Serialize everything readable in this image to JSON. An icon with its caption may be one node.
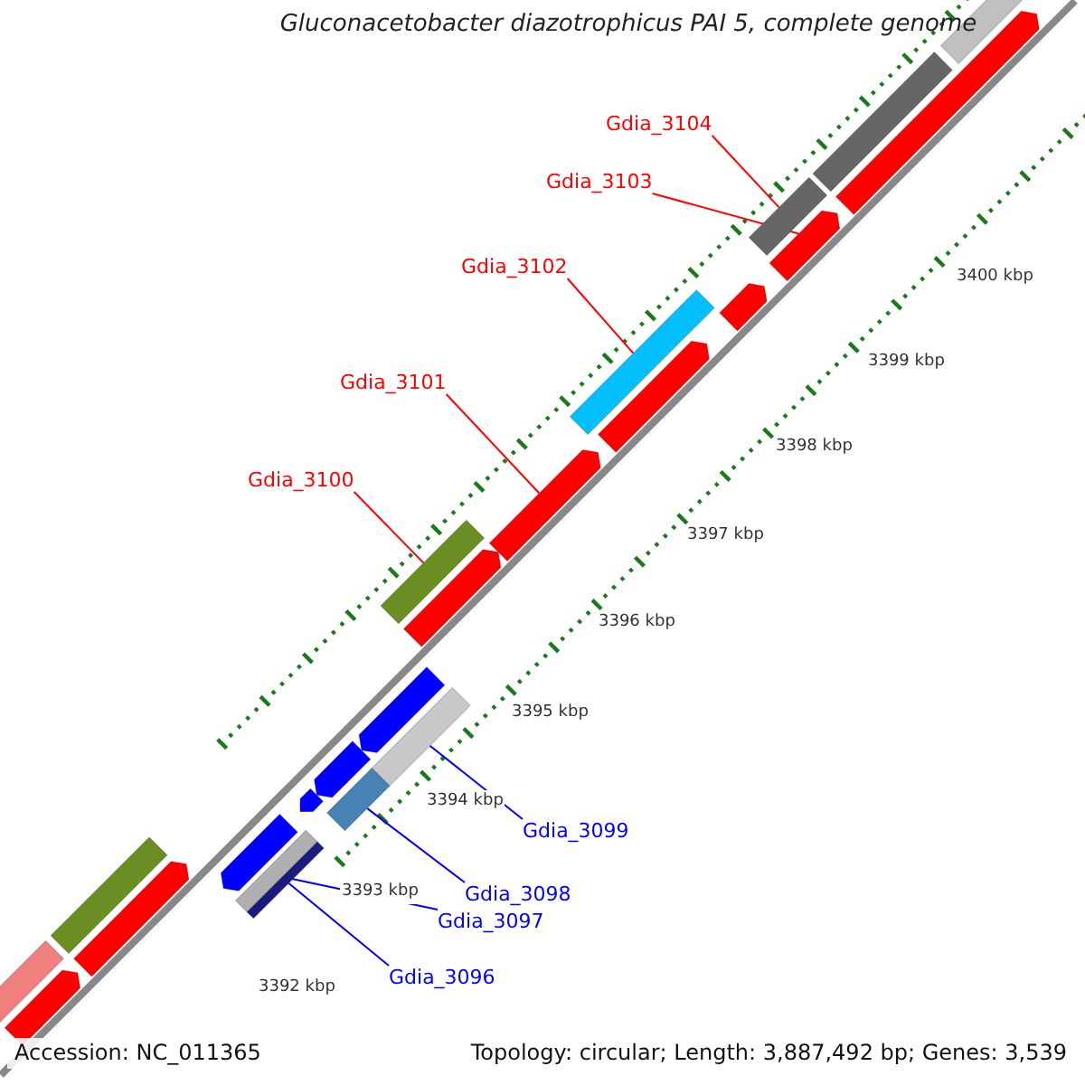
{
  "diagram": {
    "title": "Gluconacetobacter diazotrophicus PAI 5, complete genome",
    "nodes": [
      {
        "text": [
          "Gdia_3104"
        ]
      },
      {
        "text": [
          "Gdia_3103"
        ]
      },
      {
        "text": [
          "Gdia_3102"
        ]
      },
      {
        "text": [
          "Gdia_3101"
        ]
      },
      {
        "text": [
          "Gdia_3100"
        ]
      },
      {
        "text": [
          "Gdia_3099"
        ]
      },
      {
        "text": [
          "Gdia_3098"
        ]
      },
      {
        "text": [
          "Gdia_3097"
        ]
      },
      {
        "text": [
          "Gdia_3096"
        ]
      },
      {
        "text": [],
        "shape": "bar"
      },
      {
        "text": [],
        "shape": "bar"
      },
      {
        "text": [],
        "shape": "bar"
      },
      {
        "text": [],
        "shape": "bar"
      },
      {
        "text": [],
        "shape": "bar"
      },
      {
        "text": [],
        "shape": "bar"
      },
      {
        "text": [],
        "shape": "bar"
      },
      {
        "text": [],
        "shape": "bar"
      },
      {
        "text": [],
        "shape": "bar"
      },
      {
        "text": [],
        "shape": "bar"
      },
      {
        "text": [],
        "shape": "bar"
      },
      {
        "text": [],
        "shape": "bar"
      },
      {
        "text": [],
        "shape": "bar"
      },
      {
        "text": [],
        "shape": "bar"
      },
      {
        "text": [],
        "shape": "bar"
      },
      {
        "text": [],
        "shape": "bar"
      },
      {
        "text": [],
        "shape": "bar"
      },
      {
        "text": [],
        "shape": "bar"
      },
      {
        "text": [],
        "shape": "bar"
      },
      {
        "text": [],
        "shape": "bar"
      },
      {
        "text": [],
        "shape": "bar"
      },
      {
        "text": [],
        "shape": "bar"
      },
      {
        "text": [],
        "shape": "bar"
      }
    ],
    "edges": [
      {
        "from": 0,
        "to": 9,
        "arrow": "none"
      },
      {
        "from": 1,
        "to": 10,
        "arrow": "none"
      },
      {
        "from": 2,
        "to": 11,
        "arrow": "none"
      },
      {
        "from": 3,
        "to": 12,
        "arrow": "none"
      },
      {
        "from": 4,
        "to": 13,
        "arrow": "none"
      },
      {
        "from": 5,
        "to": 14,
        "arrow": "none",
        "color": "#0000ff"
      },
      {
        "from": 6,
        "to": 15,
        "arrow": "none",
        "color": "#0000ff"
      },
      {
        "from": 7,
        "to": 16,
        "arrow": "none",
        "color": "#0000ff"
      },
      {
        "from": 8,
        "to": 17,
        "arrow": "none",
        "color": "#0000ff"
      }
    ],
    "labels": [
      "3400 kbp",
      "3399 kbp",
      "3398 kbp",
      "3397 kbp",
      "3396 kbp",
      "3395 kbp",
      "3394 kbp",
      "3393 kbp",
      "3392 kbp",
      "Accession: NC_011365",
      "Topology: circular; Length: 3,887,492 bp; Genes: 3,539"
    ]
  }
}
